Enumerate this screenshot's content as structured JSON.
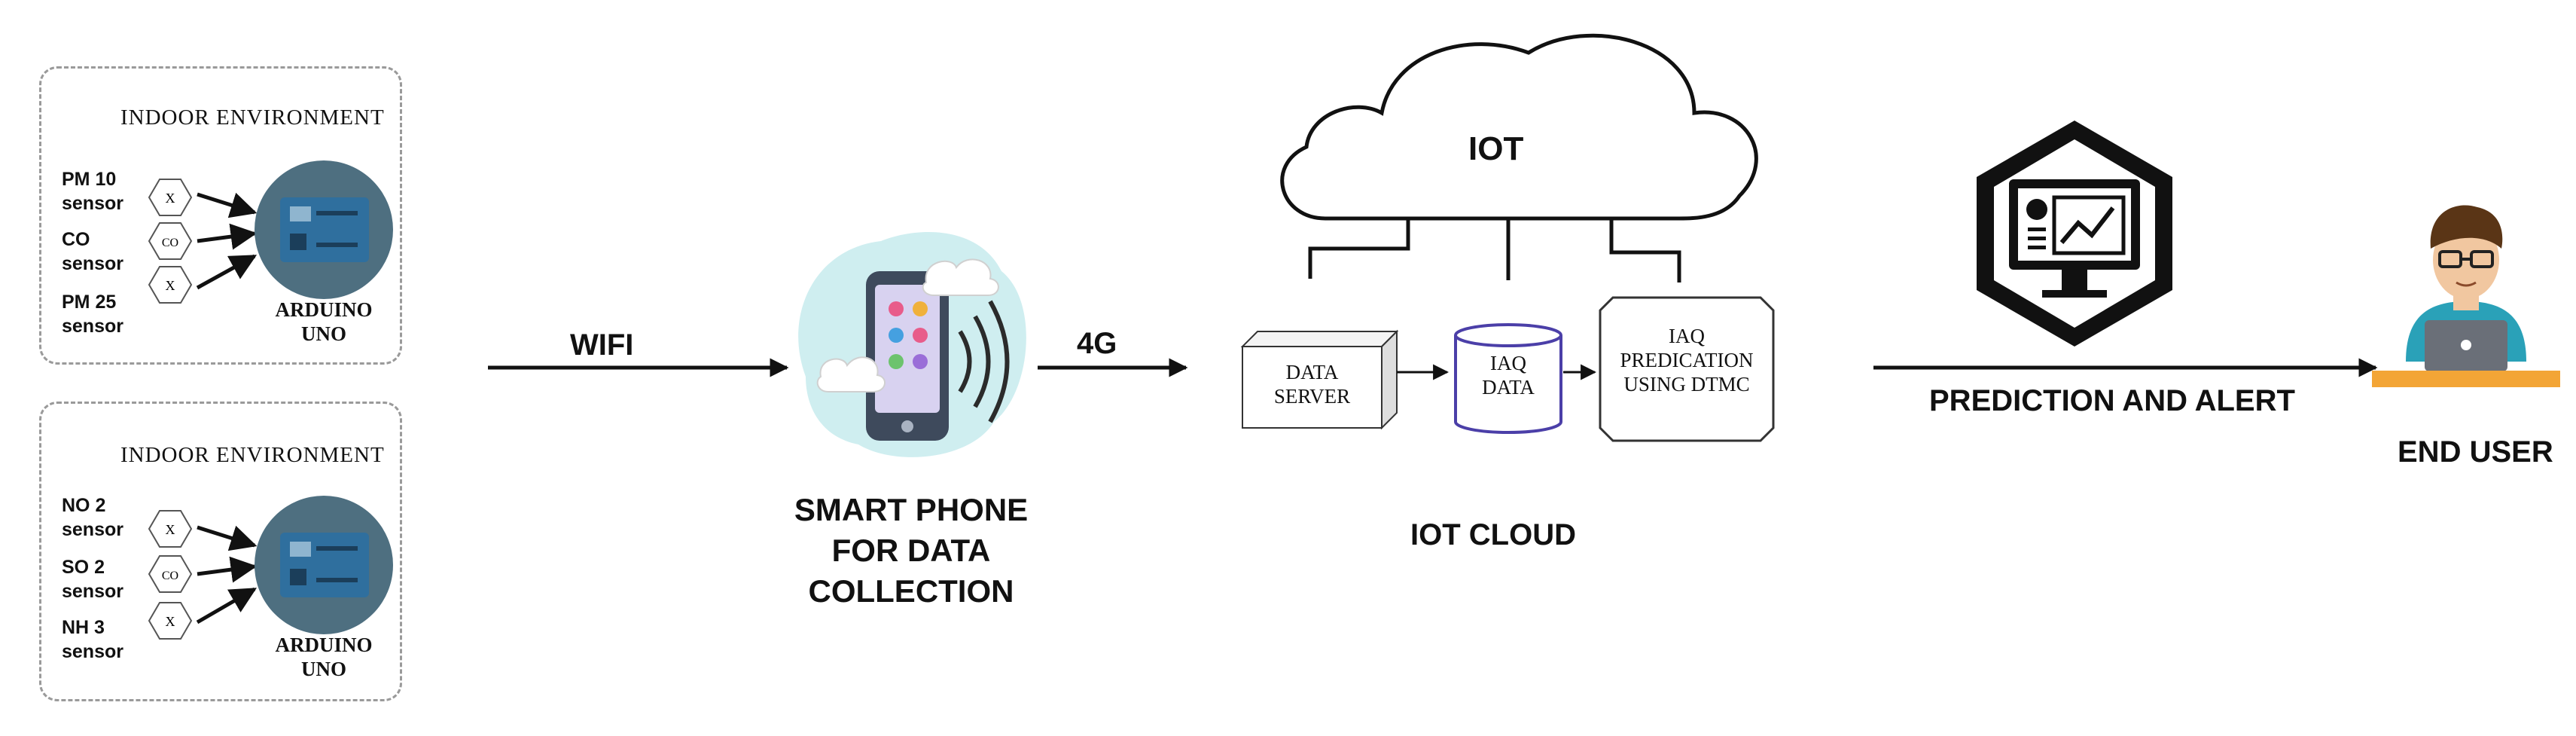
{
  "left_panels": [
    {
      "title": "INDOOR ENVIRONMENT",
      "sensors": [
        "PM 10\nsensor",
        "CO\nsensor",
        "PM 25\nsensor"
      ],
      "hex_labels": [
        "X",
        "CO",
        "X"
      ],
      "board_label": "ARDUINO\nUNO"
    },
    {
      "title": "INDOOR ENVIRONMENT",
      "sensors": [
        "NO 2\nsensor",
        "SO 2\nsensor",
        "NH 3\nsensor"
      ],
      "hex_labels": [
        "X",
        "CO",
        "X"
      ],
      "board_label": "ARDUINO\nUNO"
    }
  ],
  "links": {
    "wifi": "WIFI",
    "fourg": "4G",
    "prediction_alert": "PREDICTION AND ALERT"
  },
  "phone_label": "SMART PHONE\nFOR DATA\nCOLLECTION",
  "cloud": {
    "title": "IOT",
    "footer": "IOT CLOUD",
    "data_server": "DATA\nSERVER",
    "iaq_data": "IAQ\nDATA",
    "iaq_prediction": "IAQ\nPREDICATION\nUSING DTMC"
  },
  "end_user": "END USER",
  "colors": {
    "arduino_circle": "#4e6f80",
    "board": "#2f6f9e",
    "phone_blob": "#cfeef0",
    "phone_body": "#3e4a5c",
    "screen": "#d8d2f0",
    "cylinder": "#4b3fa8",
    "monitor_hex": "#111111",
    "desk": "#f3a536",
    "shirt": "#2aa1b8"
  }
}
